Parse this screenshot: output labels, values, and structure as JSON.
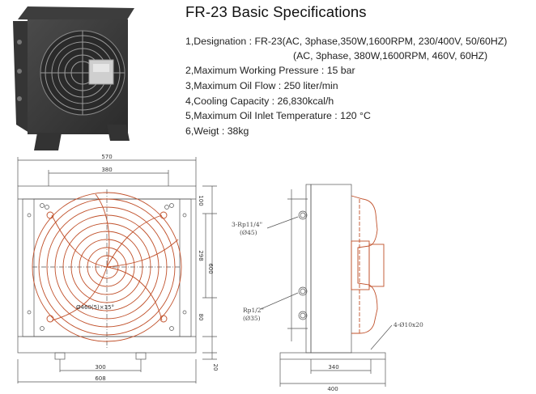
{
  "title": "FR-23 Basic Specifications",
  "specs": {
    "designation_1": "1,Designation : FR-23(AC, 3phase,350W,1600RPM, 230/400V, 50/60HZ)",
    "designation_2": "(AC, 3phase, 380W,1600RPM, 460V, 60HZ)",
    "pressure": "2,Maximum Working Pressure : 15 bar",
    "oil_flow": "3,Maximum Oil Flow : 250 liter/min",
    "cooling": "4,Cooling Capacity : 26,830kcal/h",
    "inlet_temp": "5,Maximum Oil Inlet Temperature : 120 °C",
    "weight": "6,Weigt : 38kg"
  },
  "dimensions": {
    "front_width": "570",
    "front_inner": "380",
    "front_base_inner": "300",
    "front_base_outer": "608",
    "height_top": "100",
    "height_mid": "298",
    "height_total": "600",
    "height_bottom": "80",
    "height_foot": "20",
    "side_inner": "340",
    "side_outer": "400"
  },
  "callouts": {
    "inlet_thread": "3-Rp11/4\"",
    "inlet_size": "(Ø45)",
    "drain_thread": "Rp1/2\"",
    "drain_size": "(Ø35)",
    "holes": "4-Ø10x20",
    "fan_label": "Ø460(5)×15°"
  },
  "colors": {
    "fan_red": "#c0502a",
    "line_gray": "#555555"
  }
}
